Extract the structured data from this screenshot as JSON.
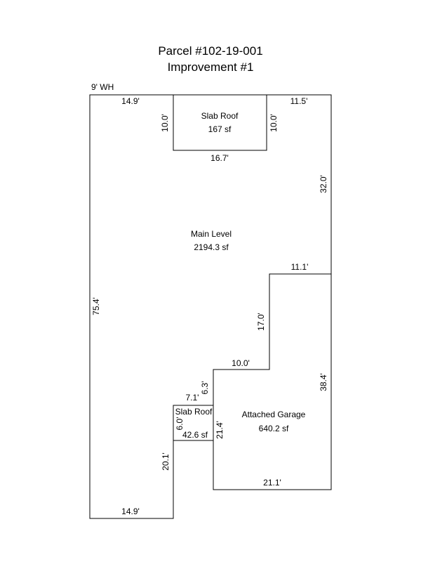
{
  "header": {
    "title_line1": "Parcel #102-19-001",
    "title_line2": "Improvement #1"
  },
  "wall_height": "9' WH",
  "areas": {
    "main_level": {
      "name": "Main Level",
      "area": "2194.3 sf"
    },
    "slab_roof_top": {
      "name": "Slab Roof",
      "area": "167 sf"
    },
    "slab_roof_bottom": {
      "name": "Slab Roof",
      "area": "42.6 sf"
    },
    "attached_garage": {
      "name": "Attached Garage",
      "area": "640.2 sf"
    }
  },
  "dimensions": {
    "top_left": "14.9'",
    "top_right": "11.5'",
    "slab_top_left": "10.0'",
    "slab_top_right": "10.0'",
    "slab_top_bottom": "16.7'",
    "right_upper": "32.0'",
    "step_upper": "11.1'",
    "left": "75.4'",
    "step_vertical": "17.0'",
    "step_mid": "10.0'",
    "garage_right": "38.4'",
    "notch_vertical": "6.3'",
    "slab_bottom_top": "7.1'",
    "slab_bottom_left": "6.0'",
    "garage_left": "21.4'",
    "lower_left": "20.1'",
    "garage_bottom": "21.1'",
    "bottom": "14.9'"
  }
}
